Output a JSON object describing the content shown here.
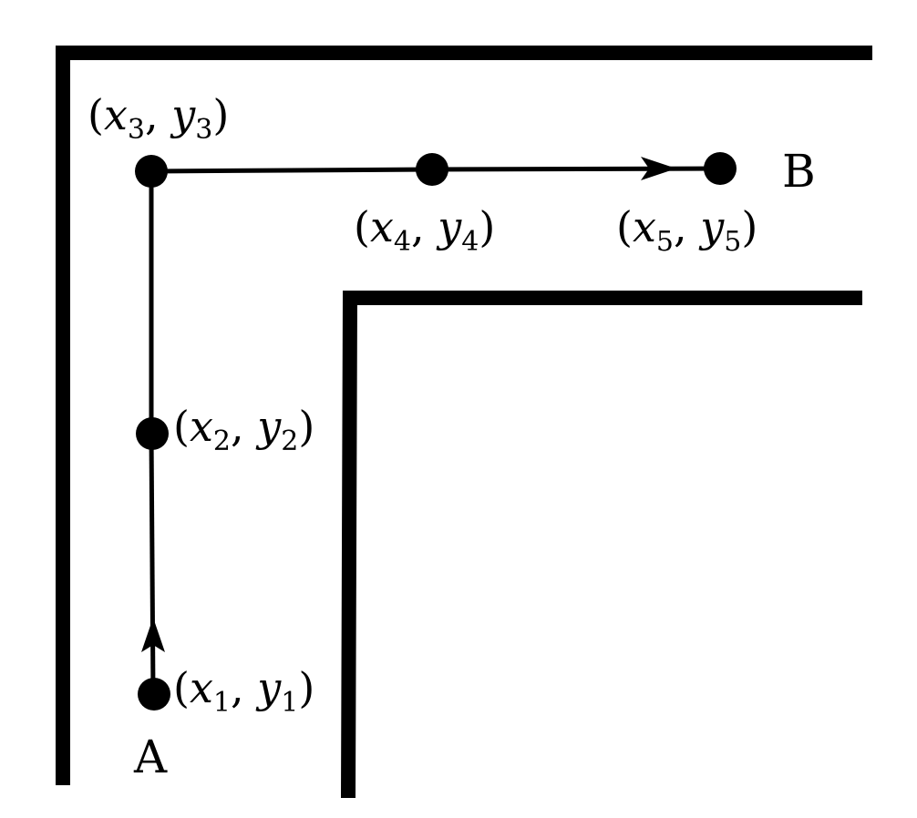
{
  "colors": {
    "stroke": "#000000",
    "background": "#ffffff"
  },
  "start_label": "A",
  "end_label": "B",
  "waypoints": [
    {
      "id": "p1",
      "label": {
        "x": "x",
        "xsub": "1",
        "y": "y",
        "ysub": "1"
      }
    },
    {
      "id": "p2",
      "label": {
        "x": "x",
        "xsub": "2",
        "y": "y",
        "ysub": "2"
      }
    },
    {
      "id": "p3",
      "label": {
        "x": "x",
        "xsub": "3",
        "y": "y",
        "ysub": "3"
      }
    },
    {
      "id": "p4",
      "label": {
        "x": "x",
        "xsub": "4",
        "y": "y",
        "ysub": "4"
      }
    },
    {
      "id": "p5",
      "label": {
        "x": "x",
        "xsub": "5",
        "y": "y",
        "ysub": "5"
      }
    }
  ]
}
